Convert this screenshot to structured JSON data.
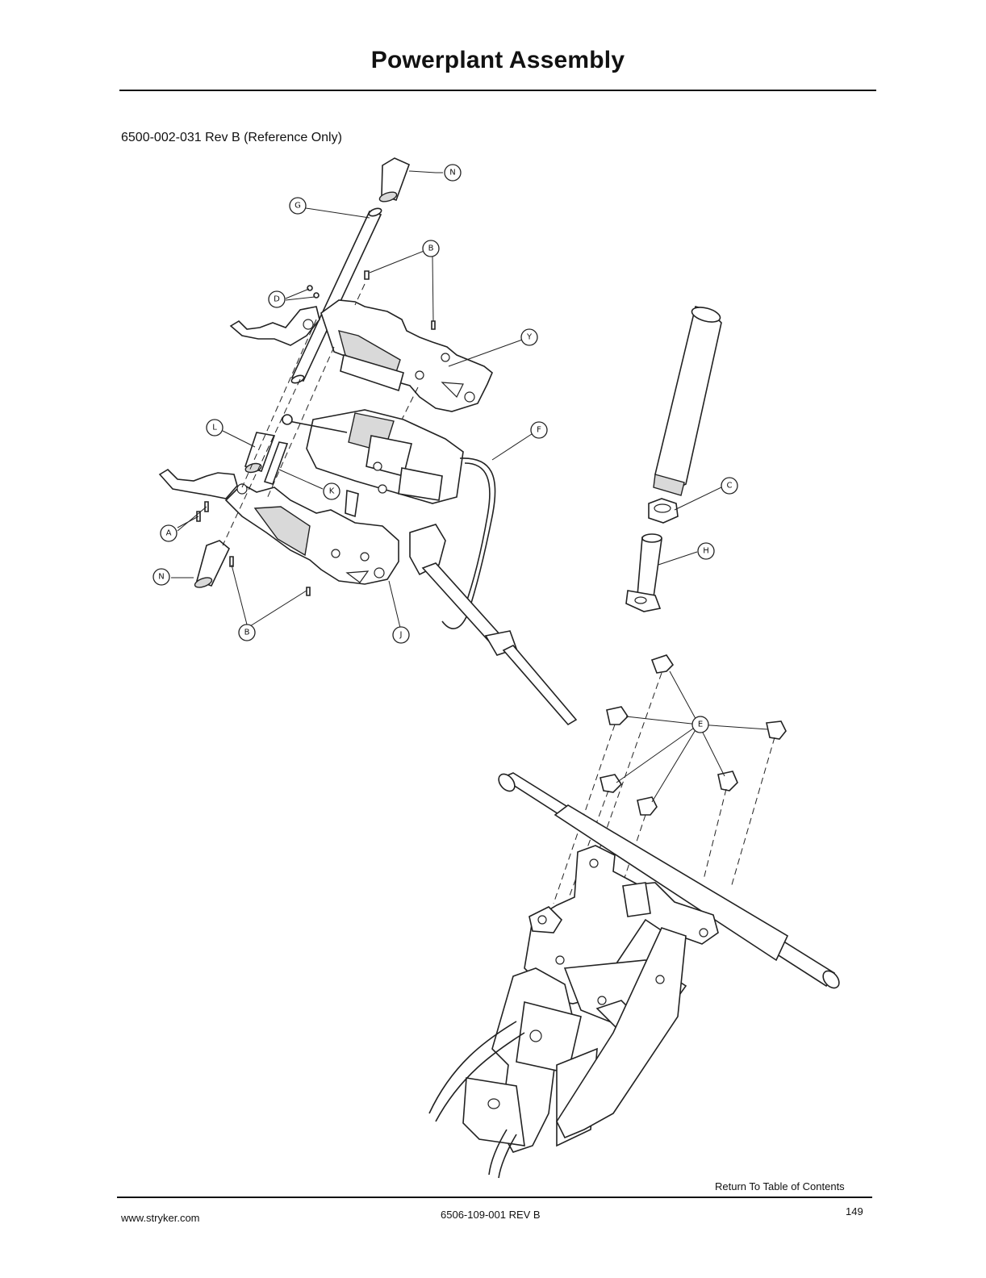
{
  "page": {
    "title": "Powerplant Assembly",
    "doc_ref": "6500-002-031 Rev B (Reference Only)"
  },
  "diagram": {
    "callouts": [
      {
        "id": "callout-a",
        "label": "A"
      },
      {
        "id": "callout-b-1",
        "label": "B"
      },
      {
        "id": "callout-b-2",
        "label": "B"
      },
      {
        "id": "callout-c",
        "label": "C"
      },
      {
        "id": "callout-d",
        "label": "D"
      },
      {
        "id": "callout-e",
        "label": "E"
      },
      {
        "id": "callout-f",
        "label": "F"
      },
      {
        "id": "callout-g",
        "label": "G"
      },
      {
        "id": "callout-h",
        "label": "H"
      },
      {
        "id": "callout-j",
        "label": "J"
      },
      {
        "id": "callout-k",
        "label": "K"
      },
      {
        "id": "callout-l",
        "label": "L"
      },
      {
        "id": "callout-n-1",
        "label": "N"
      },
      {
        "id": "callout-n-2",
        "label": "N"
      },
      {
        "id": "callout-y",
        "label": "Y"
      }
    ]
  },
  "footer": {
    "toc_link": "Return To Table of Contents",
    "url": "www.stryker.com",
    "doc_number": "6506-109-001 REV B",
    "page_number": "149"
  }
}
